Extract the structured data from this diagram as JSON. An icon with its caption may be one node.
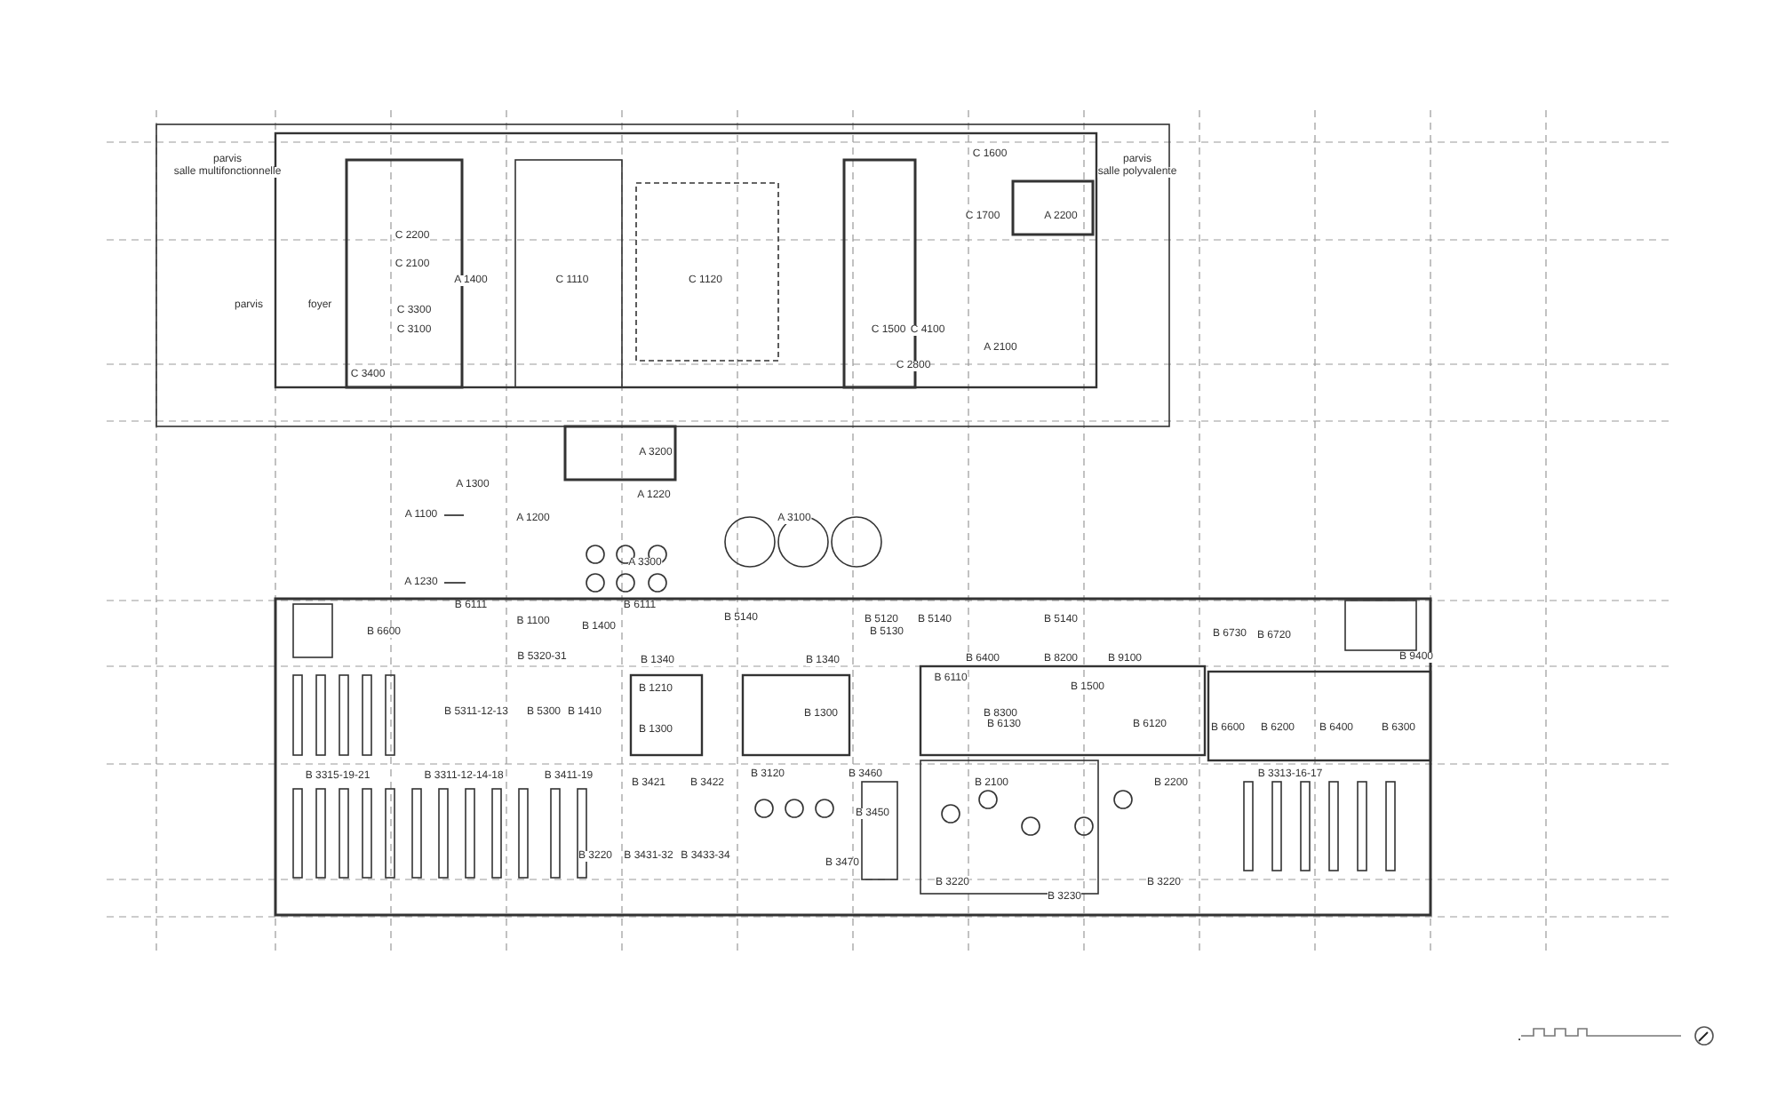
{
  "diagram": {
    "nodes": [
      {
        "text": [
          "A 1100"
        ]
      },
      {
        "text": [
          "A 1230"
        ]
      }
    ],
    "edges": [
      {
        "from": 0,
        "to": null,
        "arrow": "none"
      },
      {
        "from": 1,
        "to": null,
        "arrow": "none"
      }
    ],
    "labels": [
      "parvis",
      "salle multifonctionnelle",
      "parvis",
      "salle polyvalente",
      "C 1600",
      "C 2200",
      "C 1700",
      "A 2200",
      "C 2100",
      "A 1400",
      "C 1110",
      "C 1120",
      "parvis",
      "foyer",
      "C 3300",
      "C 3100",
      "C 1500",
      "C 4100",
      "A 2100",
      "C 3400",
      "C 2800",
      "A 3200",
      "A 1300",
      "A 1220",
      "A 1200",
      "A 3100",
      "A 3300",
      "B 6111",
      "B 6111",
      "B 1100",
      "B 1400",
      "B 5140",
      "B 5120",
      "B 5140",
      "B 5140",
      "B 6600",
      "B 5130",
      "B 6730",
      "B 6720",
      "B 5320-31",
      "B 1340",
      "B 1340",
      "B 6400",
      "B 8200",
      "B 9100",
      "B 9400",
      "B 6110",
      "B 1210",
      "B 1500",
      "B 5311-12-13",
      "B 5300",
      "B 1410",
      "B 8300",
      "B 1300",
      "B 1300",
      "B 6130",
      "B 6120",
      "B 6600",
      "B 6200",
      "B 6400",
      "B 6300",
      "B 3315-19-21",
      "B 3311-12-14-18",
      "B 3411-19",
      "B 3120",
      "B 3460",
      "B 3421",
      "B 3422",
      "B 2100",
      "B 2200",
      "B 3313-16-17",
      "B 3450",
      "B 3220",
      "B 3431-32",
      "B 3433-34",
      "B 3470",
      "B 3220",
      "B 3220",
      "B 3230"
    ]
  }
}
